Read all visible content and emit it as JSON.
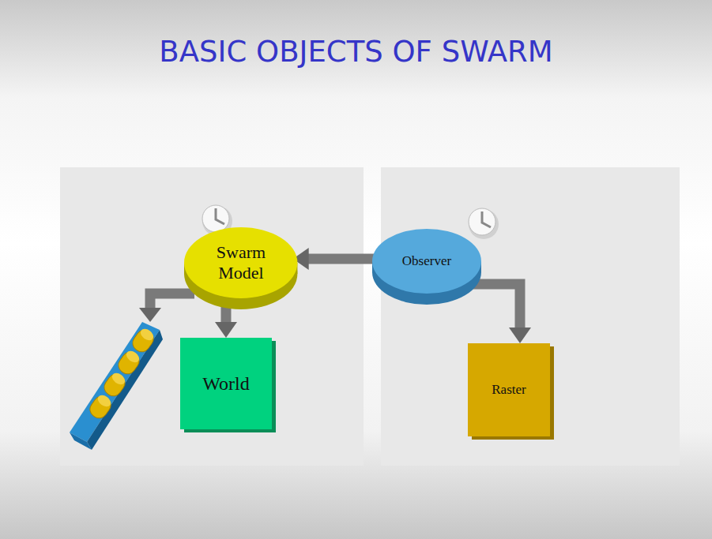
{
  "diagram": {
    "title": "BASIC OBJECTS OF SWARM",
    "nodes": [
      {
        "text": [
          "Swarm Model"
        ]
      },
      {
        "text": [
          "World"
        ]
      },
      {
        "text": [
          "Observer"
        ]
      },
      {
        "text": [
          "Raster"
        ]
      }
    ],
    "edges": [
      {
        "from": 2,
        "to": 0,
        "arrow": "to"
      },
      {
        "from": 0,
        "to": 1,
        "arrow": "to"
      },
      {
        "from": 2,
        "to": 3,
        "arrow": "to"
      }
    ]
  }
}
